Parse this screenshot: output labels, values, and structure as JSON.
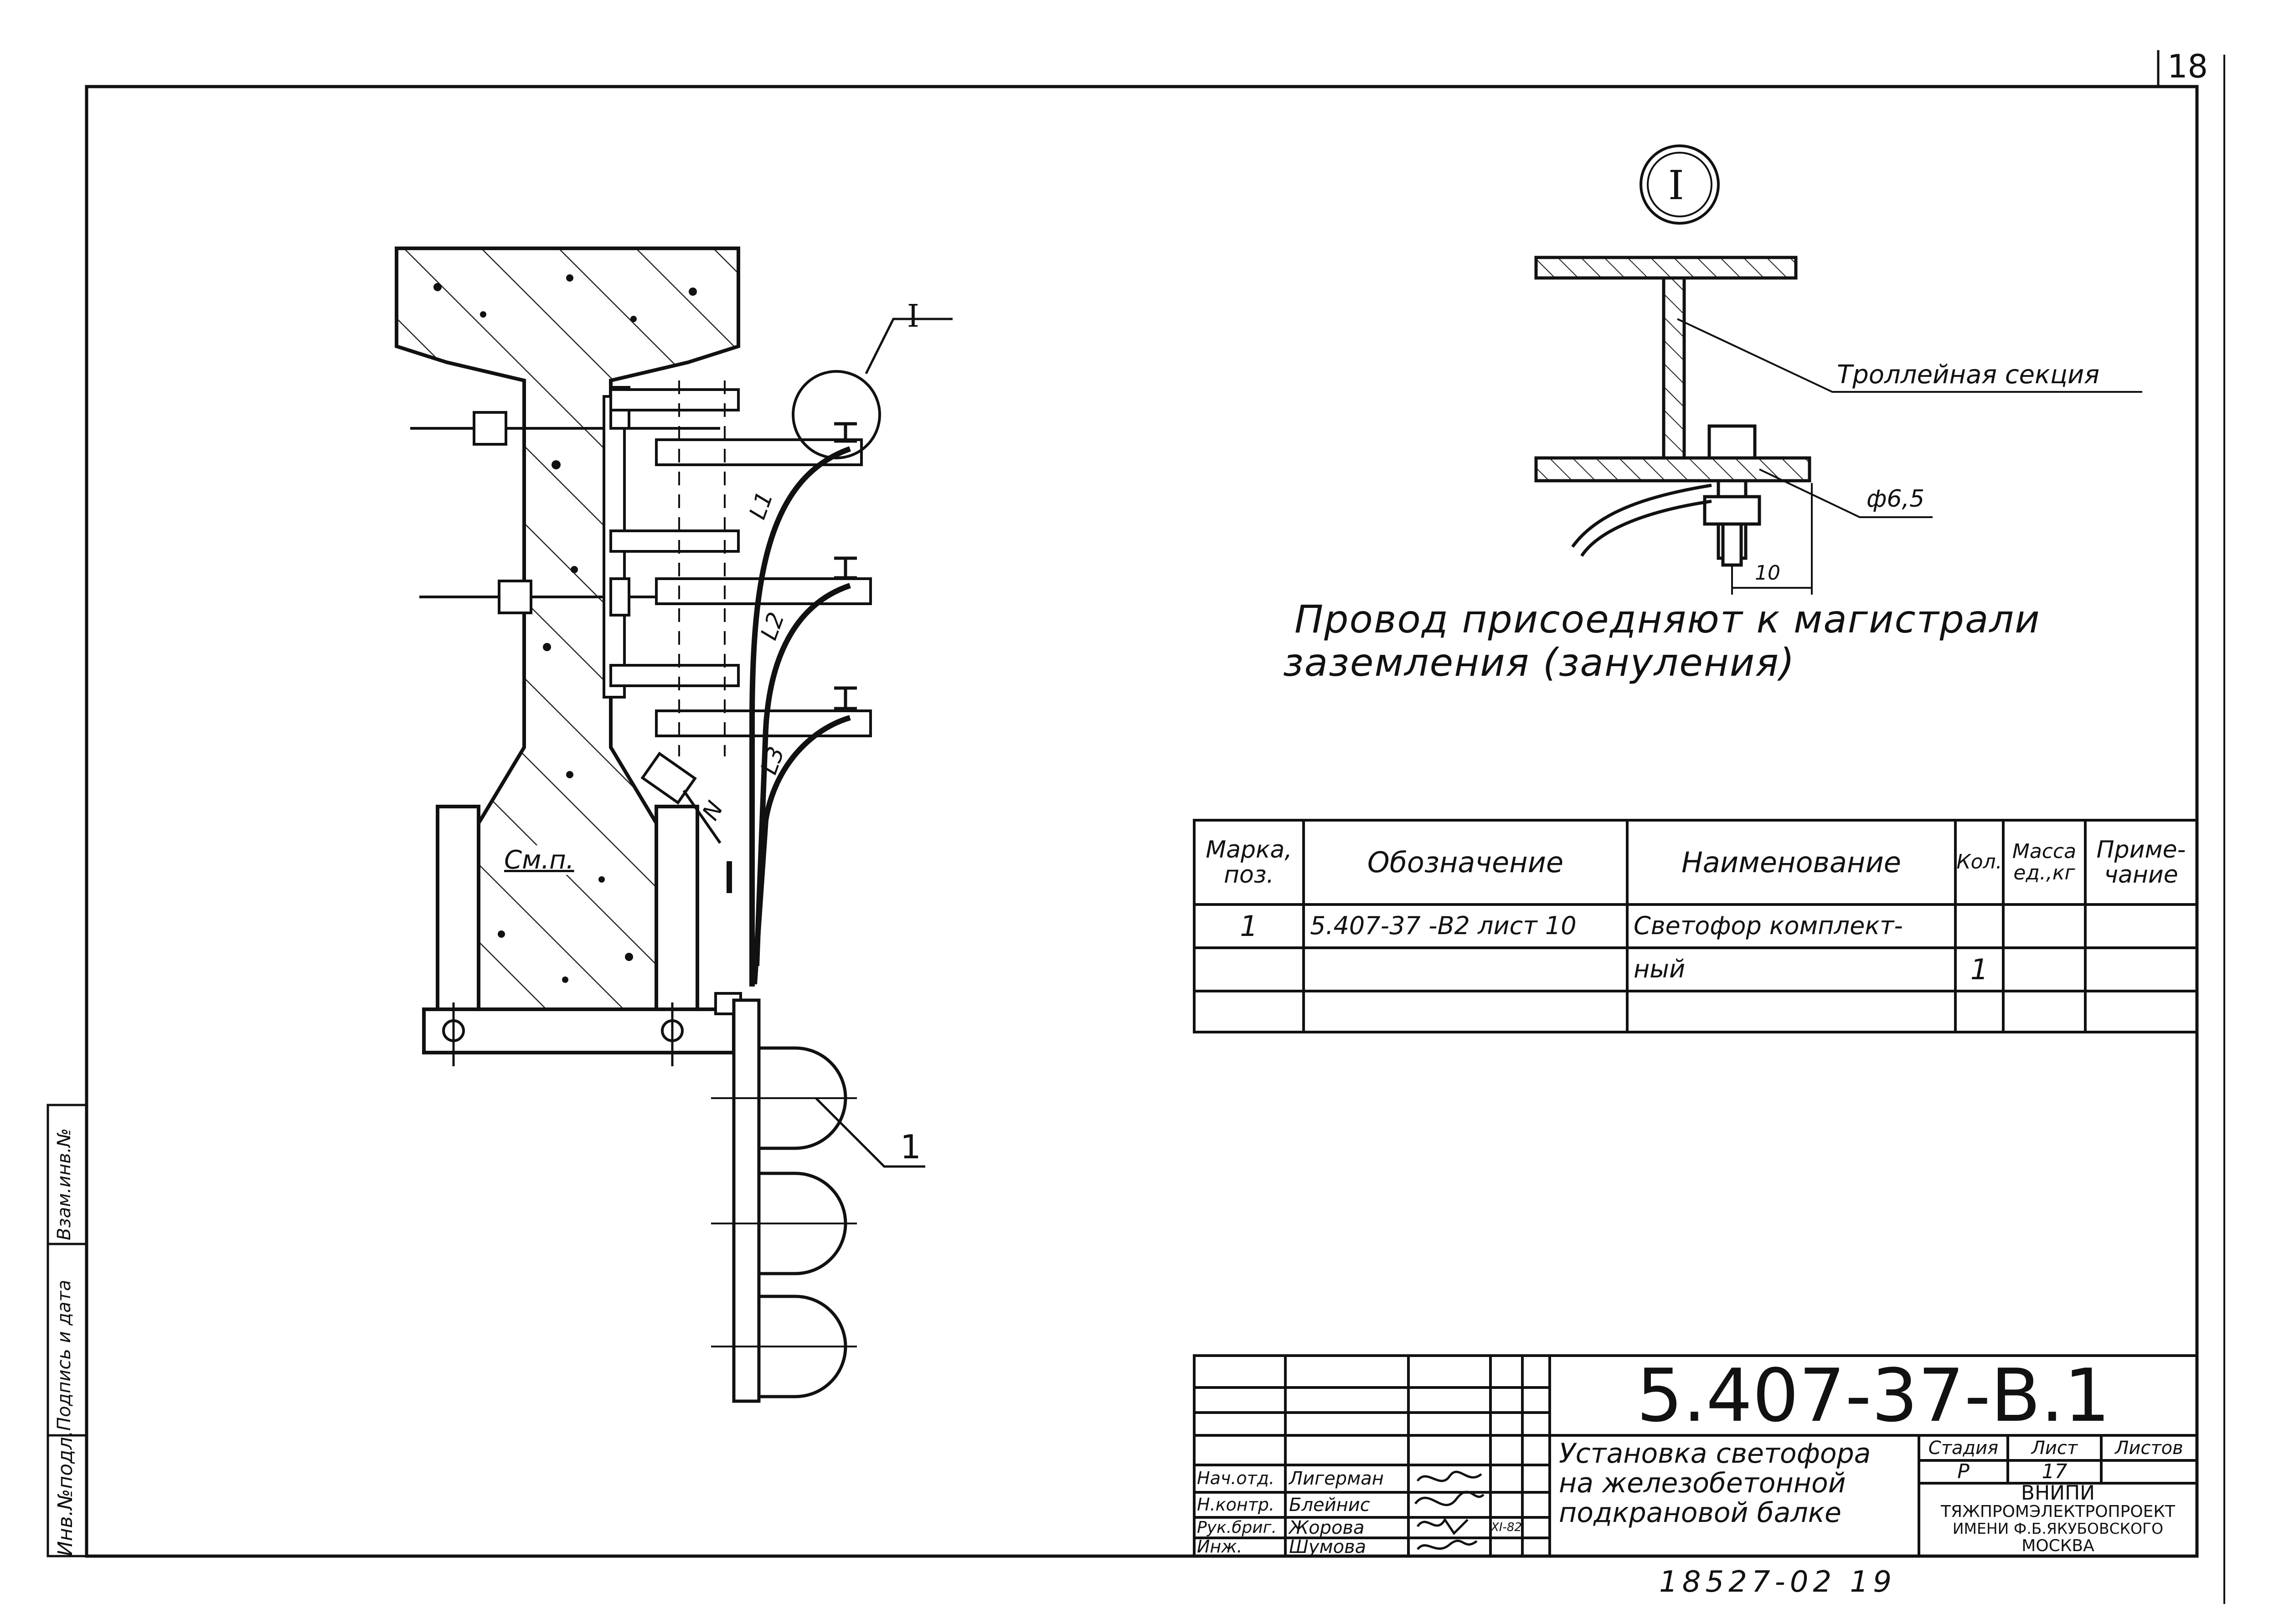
{
  "page_number": "18",
  "detail_callout": "I",
  "leader_label_detail": "I",
  "position_callout": "1",
  "wire_labels": [
    "L1",
    "L2",
    "L3",
    "N"
  ],
  "concrete_label": "См.п.",
  "detail": {
    "trolley_label": "Троллейная секция",
    "hole_label": "ф6,5",
    "dimension": "10"
  },
  "note": {
    "line1": "Провод присоедняют к магистрали",
    "line2": "заземления (зануления)"
  },
  "spec_table": {
    "headers": [
      "Марка, поз.",
      "Обозначение",
      "Наименование",
      "Кол.",
      "Масса ед.,кг",
      "Приме- чание"
    ],
    "rows": [
      [
        "1",
        "5.407-37 -В2 лист 10",
        "Светофор комплект-",
        "",
        "",
        ""
      ],
      [
        "",
        "",
        "ный",
        "1",
        "",
        ""
      ],
      [
        "",
        "",
        "",
        "",
        "",
        ""
      ]
    ]
  },
  "title_block": {
    "code": "5.407-37-В.1",
    "title_lines": [
      "Установка светофора",
      "на железобетонной",
      "подкрановой балке"
    ],
    "stage_header": "Стадия",
    "sheet_header": "Лист",
    "sheets_header": "Листов",
    "stage": "Р",
    "sheet": "17",
    "sheets": "",
    "org_lines": [
      "ВНИПИ",
      "ТЯЖПРОМЭЛЕКТРОПРОЕКТ",
      "ИМЕНИ Ф.Б.ЯКУБОВСКОГО",
      "МОСКВА"
    ],
    "signatures": [
      {
        "role": "Нач.отд.",
        "name": "Лигерман",
        "date": ""
      },
      {
        "role": "Н.контр.",
        "name": "Блейнис",
        "date": ""
      },
      {
        "role": "Рук.бриг.",
        "name": "Жорова",
        "date": "XI-82"
      },
      {
        "role": "Инж.",
        "name": "Шумова",
        "date": ""
      }
    ]
  },
  "side_stamp": [
    "Инв.№подл.",
    "Подпись и дата",
    "Взам.инв.№"
  ],
  "footer_number": "18527-02 19"
}
